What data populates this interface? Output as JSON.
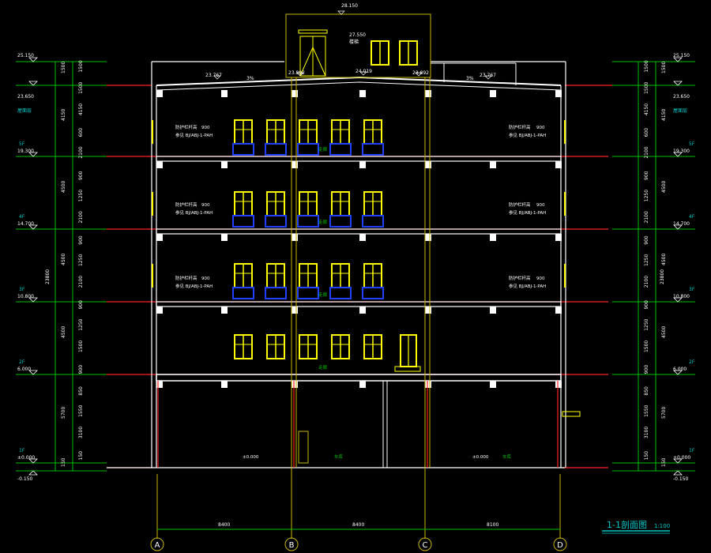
{
  "drawing": {
    "title": "1-1剖面图",
    "scale": "1:100",
    "colors": {
      "background": "#000000",
      "structure": "#ffffff",
      "grid_line": "#c8b400",
      "level_line": "#ff2020",
      "window": "#ffff00",
      "railing": "#2040ff",
      "dimension": "#00c000",
      "text": "#ffffff",
      "accent_cyan": "#00c8c8"
    }
  },
  "axes": [
    "A",
    "B",
    "C",
    "D"
  ],
  "spans": [
    "8400",
    "8400",
    "8100"
  ],
  "top_elevations": {
    "roof_top": "28.150",
    "stair_note": "27.550",
    "stair_label": "楼梯",
    "roof_left": "23.767",
    "roof_mid_left": "23.892",
    "roof_mid": "24.019",
    "roof_mid_right": "23.892",
    "roof_right": "23.767",
    "slope_left": "3%",
    "slope_right": "3%"
  },
  "levels_left": [
    {
      "name": "",
      "value": "25.150"
    },
    {
      "name": "屋面层",
      "value": "23.650"
    },
    {
      "name": "5F",
      "value": "19.300"
    },
    {
      "name": "4F",
      "value": "14.700"
    },
    {
      "name": "3F",
      "value": "10.800"
    },
    {
      "name": "2F",
      "value": "6.000"
    },
    {
      "name": "1F",
      "value": "±0.000"
    },
    {
      "name": "",
      "value": "-0.150"
    }
  ],
  "levels_right": [
    {
      "name": "",
      "value": "25.150"
    },
    {
      "name": "屋面层",
      "value": "23.650"
    },
    {
      "name": "5F",
      "value": "19.300"
    },
    {
      "name": "4F",
      "value": "14.700"
    },
    {
      "name": "3F",
      "value": "10.800"
    },
    {
      "name": "2F",
      "value": "6.000"
    },
    {
      "name": "1F",
      "value": "±0.000"
    },
    {
      "name": "",
      "value": "-0.150"
    }
  ],
  "dims_left_inner": [
    "1500",
    "1500",
    "4150",
    "600",
    "2100",
    "900",
    "1250",
    "2100",
    "900",
    "1250",
    "2100",
    "900",
    "1250",
    "1500",
    "900",
    "850",
    "1550",
    "3100",
    "150"
  ],
  "dims_left_outer": [
    "1500",
    "4150",
    "4500",
    "4500",
    "4500",
    "5700",
    "150"
  ],
  "dims_total": "23800",
  "annotations": {
    "railing_left": "防护栏杆高",
    "railing_left_height": "900",
    "railing_left_ref": "参见 BJ/ABJ-1-PAH",
    "railing_right": "防护栏杆高",
    "railing_right_height": "900",
    "railing_right_ref": "参见 BJ/ABJ-1-PAH",
    "corridor": "走廊",
    "floor_zero_left": "±0.000",
    "floor_zero_right": "±0.000",
    "room_left": "车库",
    "room_right": "车库"
  }
}
